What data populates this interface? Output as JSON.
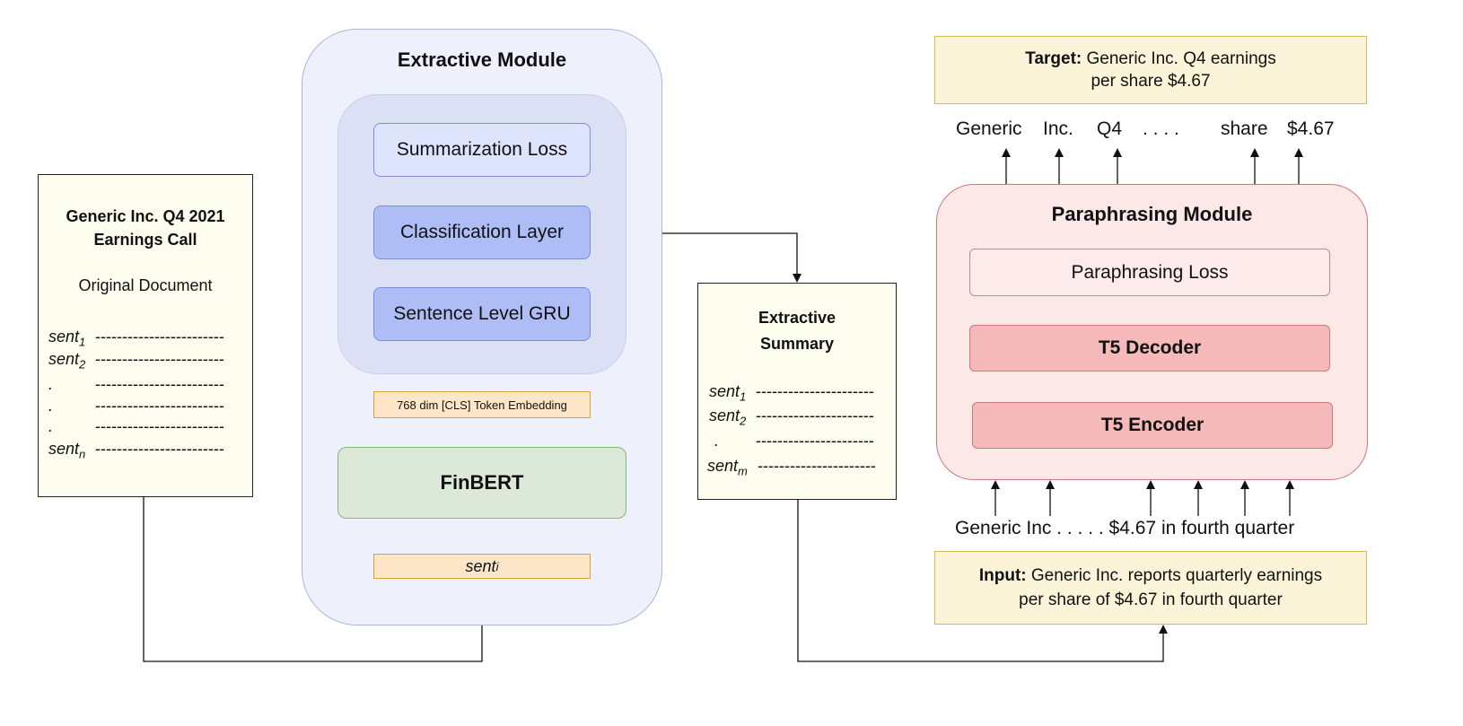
{
  "document": {
    "title_line1": "Generic Inc. Q4 2021",
    "title_line2": "Earnings Call",
    "subtitle": "Original Document",
    "rows": [
      {
        "label": "sent",
        "sub": "1",
        "dashes": "------------------------"
      },
      {
        "label": "sent",
        "sub": "2",
        "dashes": "------------------------"
      },
      {
        "label": ".",
        "sub": "",
        "dashes": "------------------------"
      },
      {
        "label": ".",
        "sub": "",
        "dashes": "------------------------"
      },
      {
        "label": ".",
        "sub": "",
        "dashes": "------------------------"
      },
      {
        "label": "sent",
        "sub": "n",
        "dashes": "------------------------"
      }
    ]
  },
  "extractive": {
    "title": "Extractive Module",
    "summarization_loss": "Summarization Loss",
    "classification_layer": "Classification Layer",
    "sentence_gru": "Sentence Level GRU",
    "cls_embedding": "768 dim [CLS] Token Embedding",
    "finbert": "FinBERT",
    "sent_label": "sent",
    "sent_sub": "i"
  },
  "summary": {
    "title_line1": "Extractive",
    "title_line2": "Summary",
    "rows": [
      {
        "label": "sent",
        "sub": "1",
        "dashes": "----------------------"
      },
      {
        "label": "sent",
        "sub": "2",
        "dashes": "----------------------"
      },
      {
        "label": ".",
        "sub": "",
        "dashes": "----------------------"
      },
      {
        "label": "sent",
        "sub": "m",
        "dashes": "----------------------"
      }
    ]
  },
  "paraphrasing": {
    "target_label": "Target:",
    "target_text_1": "Generic Inc. Q4 earnings",
    "target_text_2": "per share $4.67",
    "output_tokens": [
      "Generic",
      "Inc.",
      "Q4",
      ". . . .",
      "share",
      "$4.67"
    ],
    "title": "Paraphrasing Module",
    "loss": "Paraphrasing Loss",
    "decoder": "T5 Decoder",
    "encoder": "T5 Encoder",
    "input_tokens": "Generic Inc . . . . . $4.67 in fourth quarter",
    "input_label": "Input:",
    "input_text_1": "Generic Inc. reports quarterly earnings",
    "input_text_2": "per share of $4.67 in fourth quarter"
  },
  "colors": {
    "forward_arrow": "#111111",
    "backward_arrow": "#e8333a"
  }
}
